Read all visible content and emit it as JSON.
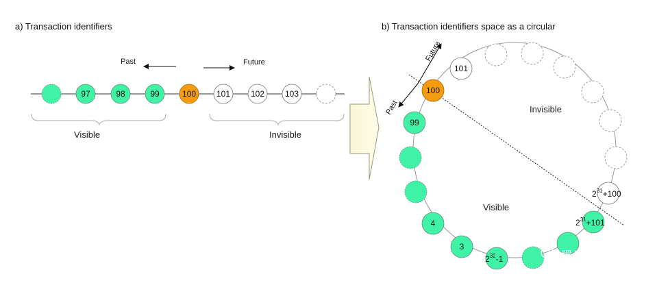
{
  "panel_a": {
    "title": "a)  Transaction identifiers",
    "past_label": "Past",
    "future_label": "Future",
    "visible_label": "Visible",
    "invisible_label": "Invisible",
    "nodes": [
      "",
      "97",
      "98",
      "99",
      "100",
      "101",
      "102",
      "103",
      ""
    ]
  },
  "panel_b": {
    "title": "b)  Transaction identifiers space as a circular",
    "future_label": "Future",
    "past_label": "Past",
    "invisible_label": "Invisible",
    "visible_label": "Visible",
    "node_101": "101",
    "node_100": "100",
    "node_99": "99",
    "node_4": "4",
    "node_3": "3",
    "node_232_base": "2",
    "node_232_exp": "32",
    "node_232_tail": "-1",
    "node_231_100_base": "2",
    "node_231_100_exp": "31",
    "node_231_100_tail": "+100",
    "node_231_101_base": "2",
    "node_231_101_exp": "31",
    "node_231_101_tail": "+101"
  },
  "watermark": {
    "text": "墨香溪的溪"
  },
  "colors": {
    "visible": "#3ff2a5",
    "current": "#f39c12",
    "future": "#ffffff"
  }
}
